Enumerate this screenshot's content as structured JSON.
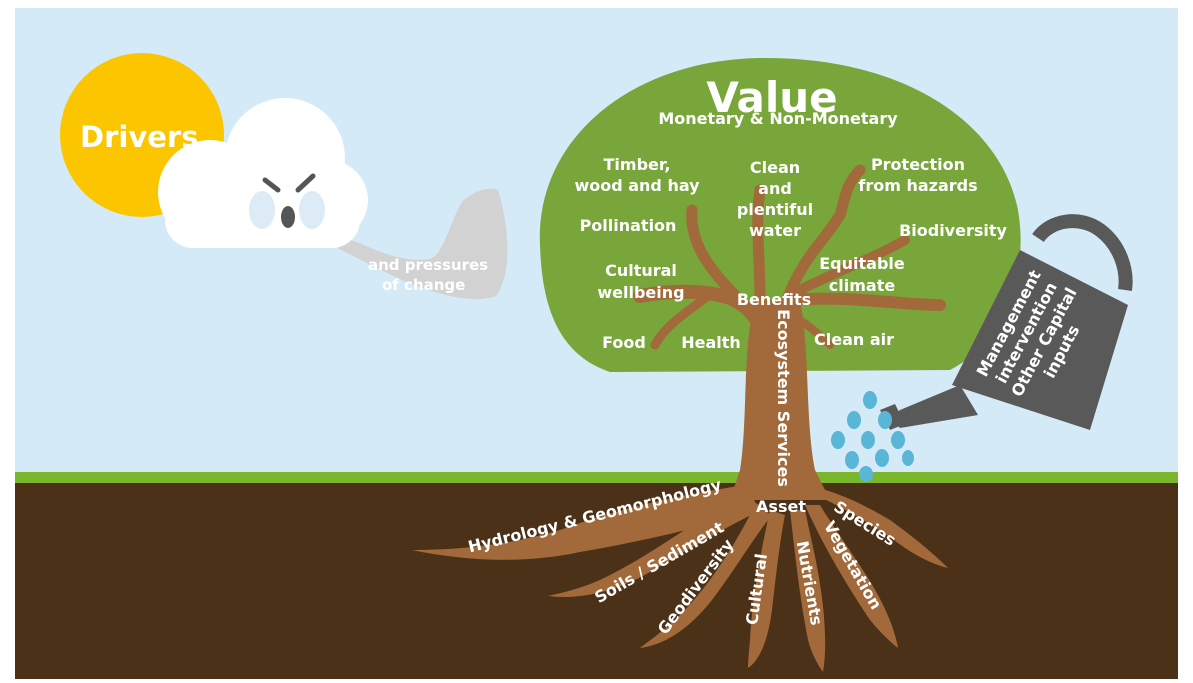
{
  "colors": {
    "sky": "#d4ebf7",
    "grass": "#7ab72c",
    "soil": "#4a3118",
    "trunk": "#a2693a",
    "canopy": "#79a63b",
    "sun": "#fbc600",
    "cloud": "#ffffff",
    "gust": "#d2d2d2",
    "can": "#595959",
    "water": "#5ab6d6"
  },
  "icons": {
    "sun": "sun-icon",
    "cloud": "cloud-face-icon",
    "gust": "wind-gust-icon",
    "watering_can": "watering-can-icon",
    "droplets": "water-droplets-icon"
  },
  "title": "Value",
  "subtitle": "Monetary & Non-Monetary",
  "drivers": {
    "label": "Drivers",
    "pressures_line1": "and pressures",
    "pressures_line2": "of change"
  },
  "services": {
    "timber_l1": "Timber,",
    "timber_l2": "wood and hay",
    "water_l1": "Clean",
    "water_l2": "and",
    "water_l3": "plentiful",
    "water_l4": "water",
    "hazards_l1": "Protection",
    "hazards_l2": "from hazards",
    "pollination": "Pollination",
    "biodiversity": "Biodiversity",
    "cultural_l1": "Cultural",
    "cultural_l2": "wellbeing",
    "climate_l1": "Equitable",
    "climate_l2": "climate",
    "benefits": "Benefits",
    "food": "Food",
    "health": "Health",
    "clean_air": "Clean air"
  },
  "trunk_label": "Ecosystem Services",
  "asset": "Asset",
  "roots": {
    "hydrology": "Hydrology & Geomorphology",
    "soils": "Soils / Sediment",
    "geodiversity": "Geodiversity",
    "cultural": "Cultural",
    "nutrients": "Nutrients",
    "vegetation": "Vegetation",
    "species": "Species"
  },
  "management": {
    "l1": "Management",
    "l2": "intervention",
    "l3": "Other Capital",
    "l4": "inputs"
  }
}
